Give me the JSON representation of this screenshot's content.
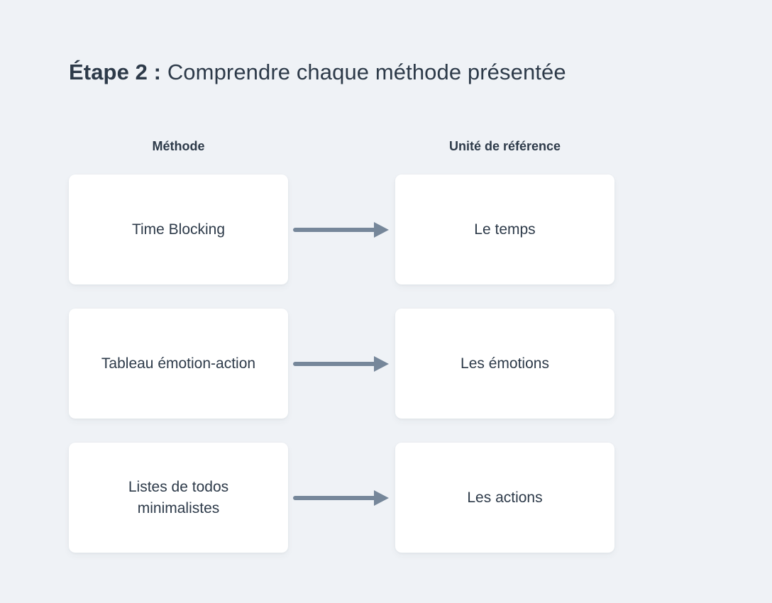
{
  "title": {
    "strong": "Étape 2 :",
    "rest": " Comprendre chaque méthode présentée"
  },
  "columns": {
    "left_header": "Méthode",
    "right_header": "Unité de référence"
  },
  "rows": [
    {
      "method": "Time Blocking",
      "unit": "Le temps",
      "arrow": "arrow-right-icon"
    },
    {
      "method": "Tableau émotion-action",
      "unit": "Les émotions",
      "arrow": "arrow-right-icon"
    },
    {
      "method": "Listes de todos minimalistes",
      "unit": "Les actions",
      "arrow": "arrow-right-icon"
    }
  ],
  "colors": {
    "background": "#eff2f6",
    "card": "#ffffff",
    "text": "#2d3a49",
    "arrow": "#76879a"
  }
}
